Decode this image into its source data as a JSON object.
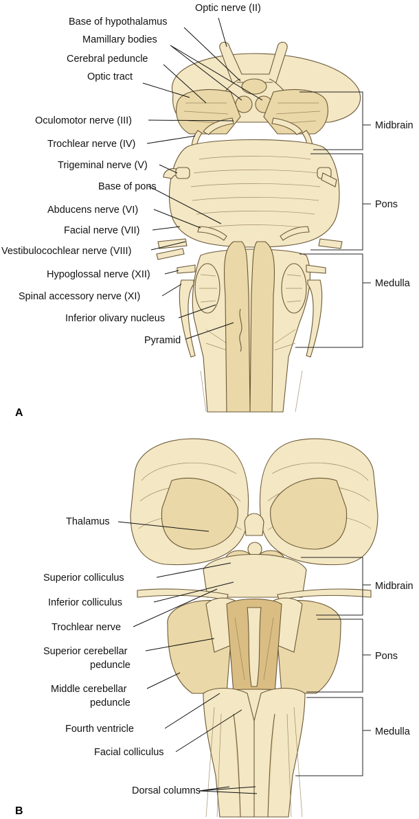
{
  "panel_a": {
    "letter": "A",
    "labels": {
      "optic_nerve": "Optic nerve (II)",
      "base_hypothalamus": "Base of hypothalamus",
      "mamillary": "Mamillary bodies",
      "cerebral_peduncle": "Cerebral peduncle",
      "optic_tract": "Optic tract",
      "oculomotor": "Oculomotor nerve (III)",
      "trochlear": "Trochlear nerve (IV)",
      "trigeminal": "Trigeminal nerve (V)",
      "base_pons": "Base of pons",
      "abducens": "Abducens nerve (VI)",
      "facial": "Facial nerve (VII)",
      "vestibulocochlear": "Vestibulocochlear nerve (VIII)",
      "hypoglossal": "Hypoglossal nerve (XII)",
      "spinal_accessory": "Spinal accessory nerve (XI)",
      "inferior_olivary": "Inferior olivary nucleus",
      "pyramid": "Pyramid"
    },
    "regions": {
      "midbrain": "Midbrain",
      "pons": "Pons",
      "medulla": "Medulla"
    }
  },
  "panel_b": {
    "letter": "B",
    "labels": {
      "thalamus": "Thalamus",
      "superior_colliculus": "Superior colliculus",
      "inferior_colliculus": "Inferior colliculus",
      "trochlear_nerve": "Trochlear nerve",
      "sup_cerebellar_1": "Superior cerebellar",
      "sup_cerebellar_2": "peduncle",
      "mid_cerebellar_1": "Middle cerebellar",
      "mid_cerebellar_2": "peduncle",
      "fourth_ventricle": "Fourth ventricle",
      "facial_colliculus": "Facial colliculus",
      "dorsal_columns": "Dorsal columns"
    },
    "regions": {
      "midbrain": "Midbrain",
      "pons": "Pons",
      "medulla": "Medulla"
    }
  }
}
